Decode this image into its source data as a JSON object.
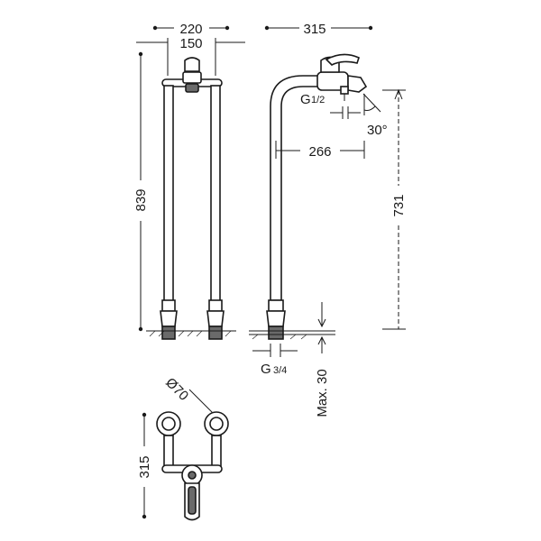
{
  "dimensions": {
    "front_outer_width": "220",
    "front_inner_width": "150",
    "side_depth": "315",
    "total_height": "839",
    "inlet_thread_top": "G",
    "inlet_thread_top_fraction": "1/2",
    "spout_angle": "30°",
    "spout_offset": "266",
    "spout_height": "731",
    "inlet_thread_bottom": "G",
    "inlet_thread_bottom_fraction": "3/4",
    "max_floor": "Max. 30",
    "base_diameter": "Ø70",
    "plan_depth": "315"
  }
}
